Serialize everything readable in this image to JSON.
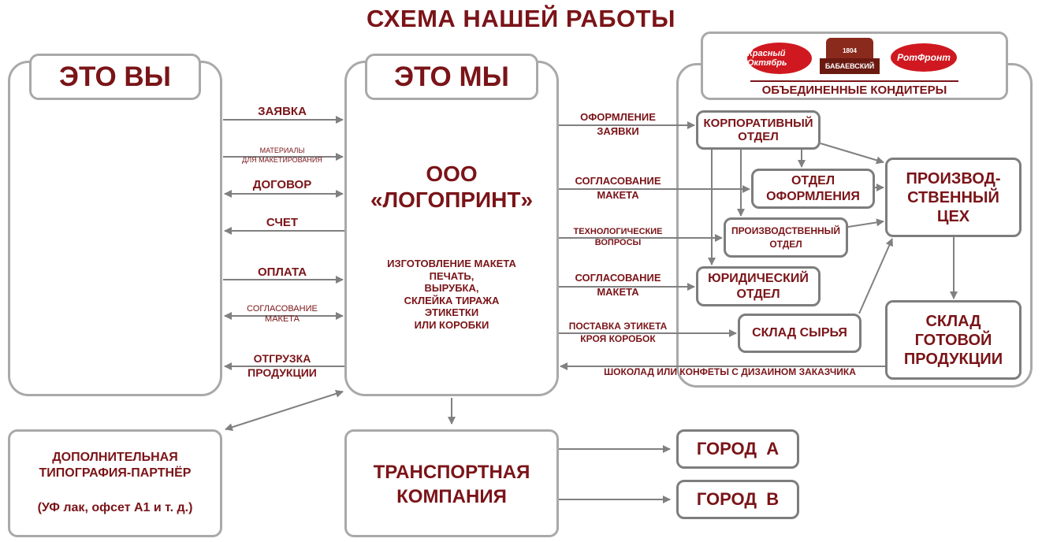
{
  "title": "СХЕМА НАШЕЙ РАБОТЫ",
  "you": {
    "header": "ЭТО ВЫ"
  },
  "we": {
    "header": "ЭТО МЫ",
    "company_line1": "ООО",
    "company_line2": "«ЛОГОПРИНТ»",
    "services": [
      "ИЗГОТОВЛЕНИЕ МАКЕТА",
      "ПЕЧАТЬ,",
      "ВЫРУБКА,",
      "СКЛЕЙКА ТИРАЖА",
      "ЭТИКЕТКИ",
      "ИЛИ КОРОБКИ"
    ]
  },
  "left_flows": {
    "application": "ЗАЯВКА",
    "materials_1": "МАТЕРИАЛЫ",
    "materials_2": "ДЛЯ МАКЕТИРОВАНИЯ",
    "contract": "ДОГОВОР",
    "invoice": "СЧЕТ",
    "payment": "ОПЛАТА",
    "approval_1": "СОГЛАСОВАНИЕ",
    "approval_2": "МАКЕТА",
    "shipment_1": "ОТГРУЗКА",
    "shipment_2": "ПРОДУКЦИИ"
  },
  "right_flows": {
    "app_form_1": "ОФОРМЛЕНИЕ",
    "app_form_2": "ЗАЯВКИ",
    "approval_a_1": "СОГЛАСОВАНИЕ",
    "approval_a_2": "МАКЕТА",
    "tech_1": "ТЕХНОЛОГИЧЕСКИЕ",
    "tech_2": "ВОПРОСЫ",
    "approval_b_1": "СОГЛАСОВАНИЕ",
    "approval_b_2": "МАКЕТА",
    "supply_1": "ПОСТАВКА ЭТИКЕТА",
    "supply_2": "КРОЯ КОРОБОК",
    "chocolate": "ШОКОЛАД ИЛИ КОНФЕТЫ С ДИЗАИНОМ ЗАКАЗЧИКА"
  },
  "confectioners": {
    "logo_1": "Красный Октябрь",
    "logo_2_year": "1804",
    "logo_2": "БАБАЕВСКИЙ",
    "logo_3": "РотФронт",
    "caption": "ОБЪЕДИНЕННЫЕ КОНДИТЕРЫ"
  },
  "departments": {
    "corporate_1": "КОРПОРАТИВНЫЙ",
    "corporate_2": "ОТДЕЛ",
    "design_1": "ОТДЕЛ",
    "design_2": "ОФОРМЛЕНИЯ",
    "production_dept_1": "ПРОИЗВОДСТВЕННЫЙ",
    "production_dept_2": "ОТДЕЛ",
    "legal_1": "ЮРИДИЧЕСКИЙ",
    "legal_2": "ОТДЕЛ",
    "raw_warehouse": "СКЛАД СЫРЬЯ",
    "workshop_1": "ПРОИЗВОД-",
    "workshop_2": "СТВЕННЫЙ",
    "workshop_3": "ЦЕХ",
    "finished_1": "СКЛАД",
    "finished_2": "ГОТОВОЙ",
    "finished_3": "ПРОДУКЦИИ"
  },
  "partner": {
    "line1": "ДОПОЛНИТЕЛЬНАЯ",
    "line2": "ТИПОГРАФИЯ-ПАРТНЁР",
    "line3": "(УФ лак, офсет А1 и т. д.)"
  },
  "transport": {
    "line1": "ТРАНСПОРТНАЯ",
    "line2": "КОМПАНИЯ"
  },
  "cities": {
    "a": "ГОРОД  А",
    "b": "ГОРОД  В"
  },
  "colors": {
    "text": "#7a1418",
    "arrow": "#808080",
    "border": "#a9a9a9",
    "logo_red": "#d01820"
  }
}
